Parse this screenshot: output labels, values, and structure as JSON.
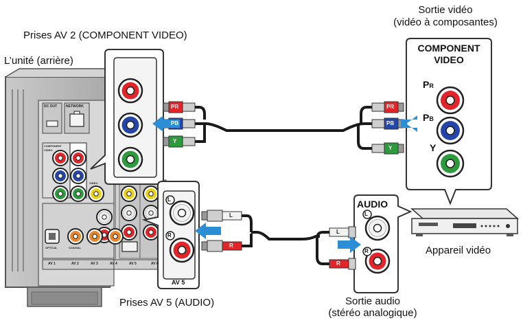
{
  "labels": {
    "av2_title": "Prises AV 2 (COMPONENT VIDEO)",
    "unit_rear": "L’unité (arrière)",
    "video_out_line1": "Sortie vidéo",
    "video_out_line2": "(vidéo à composantes)",
    "component_video_line1": "COMPONENT",
    "component_video_line2": "VIDEO",
    "pr": "PR",
    "pb": "PB",
    "y": "Y",
    "audio": "AUDIO",
    "appareil_video": "Appareil vidéo",
    "av5_title": "Prises AV 5 (AUDIO)",
    "audio_out_line1": "Sortie audio",
    "audio_out_line2": "(stéréo analogique)",
    "av5_panel": "AV 5",
    "left_mark": "L",
    "right_mark": "R"
  },
  "plugs": {
    "pr": "PR",
    "pb": "PB",
    "y": "Y",
    "l": "L",
    "r": "R"
  },
  "rear_panel": {
    "dc_out": "DC OUT",
    "network": "NETWORK",
    "component_video": "COMPONENT VIDEO",
    "video": "VIDEO",
    "optical": "OPTICAL",
    "coaxial": "COAXIAL",
    "av1": "AV 1",
    "av2": "AV 2",
    "av3": "AV 3",
    "av4": "AV 4",
    "av5": "AV 5",
    "av6": "AV 6"
  },
  "colors": {
    "red": "#e0262a",
    "blue": "#2446a8",
    "green": "#2e9a3e",
    "arrow": "#2c8fd6",
    "cable": "#1a1a1a"
  }
}
